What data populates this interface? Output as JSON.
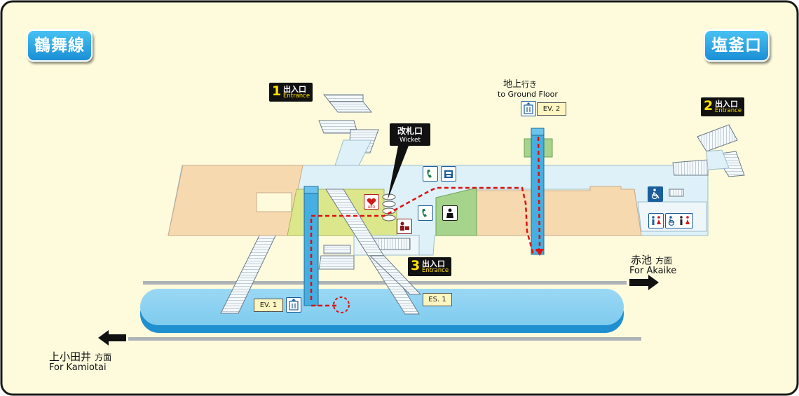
{
  "lines": {
    "current_line": "鶴舞線",
    "direction_line": "塩釜口"
  },
  "entrances": [
    {
      "number": "1",
      "jp": "出入口",
      "en": "Entrance"
    },
    {
      "number": "2",
      "jp": "出入口",
      "en": "Entrance"
    },
    {
      "number": "3",
      "jp": "出入口",
      "en": "Entrance"
    }
  ],
  "wicket": {
    "jp": "改札口",
    "en": "Wicket"
  },
  "ground": {
    "jp_main": "地上",
    "jp_suffix": "行き",
    "en": "to Ground Floor"
  },
  "elevators": {
    "ev1": "EV. 1",
    "ev2": "EV. 2"
  },
  "escalator": {
    "es1": "ES. 1"
  },
  "destinations": {
    "right": {
      "jp_main": "赤池",
      "jp_suffix": "方面",
      "en": "For Akaike"
    },
    "left": {
      "jp_main": "上小田井",
      "jp_suffix": "方面",
      "en": "For Kamiotai"
    }
  },
  "icons": {
    "phone": "phone-icon",
    "ticket_machine": "ticket-machine-icon",
    "aed": "aed-icon",
    "station_staff": "station-staff-icon",
    "info_desk": "info-desk-icon",
    "wheelchair": "wheelchair-icon",
    "toilet": "toilet-icon",
    "multipurpose_toilet": "multipurpose-toilet-icon",
    "elevator": "elevator-icon"
  },
  "colors": {
    "background": "#fdfbdc",
    "concourse": "#def1f8",
    "stairs": "#eef6fa",
    "shop_area": "#f7d9b0",
    "paid_area": "#dbe78a",
    "office": "#a6d48c",
    "platform": "#8dd3f2",
    "elevator_shaft": "#46aee0",
    "route": "#dd1111"
  }
}
